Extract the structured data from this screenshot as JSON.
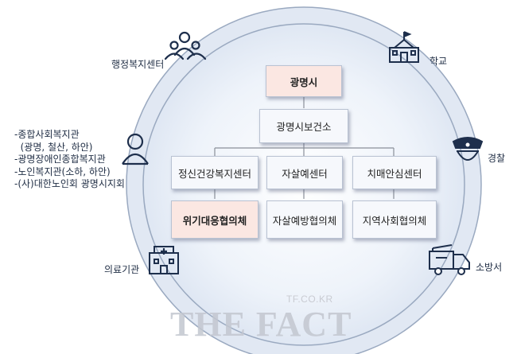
{
  "diagram": {
    "top": "광명시",
    "second": "광명시보건소",
    "columns": [
      {
        "center": "정신건강복지센터",
        "council": "위기대응협의체"
      },
      {
        "center": "자살예센터",
        "council": "자살예방협의체"
      },
      {
        "center": "치매안심센터",
        "council": "지역사회협의체"
      }
    ]
  },
  "ring_labels": {
    "admin": "행정복지센터",
    "school": "학교",
    "police": "경찰",
    "fire": "소방서",
    "medical": "의료기관"
  },
  "welfare_list": [
    "-종합사회복지관",
    "  (광명, 철산, 하안)",
    "-광명장애인종합복지관",
    "-노인복지관(소하, 하안)",
    "-(사)대한노인회 광명시지회"
  ],
  "icons": {
    "admin": "people-group-icon",
    "school": "school-building-icon",
    "police": "police-officer-icon",
    "fire": "fire-truck-icon",
    "medical": "hospital-icon",
    "welfare": "person-icon"
  },
  "watermark": {
    "small": "TF.CO.KR",
    "big": "THE FACT"
  },
  "colors": {
    "ring": "#e1e8f3",
    "ring_edge": "#9aa9c0",
    "icon": "#1e2f4c",
    "highlight": "#fbe7e2"
  }
}
